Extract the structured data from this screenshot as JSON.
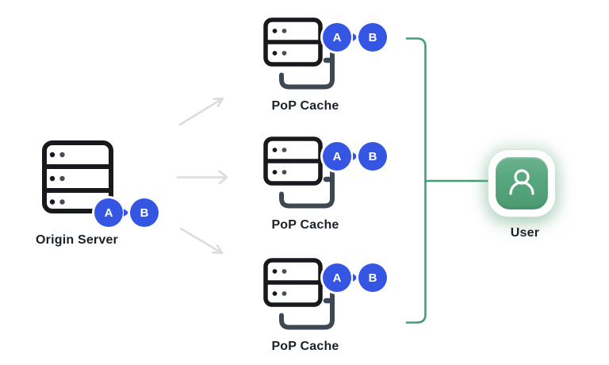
{
  "colors": {
    "ink": "#17191d",
    "ink-soft": "#474d55",
    "cable": "#3e4852",
    "badge-blue": "#3556e2",
    "badge-text": "#ffffff",
    "arrow-gray": "#dcdcdc",
    "green": "#419e75",
    "user-green": "#57a67d",
    "user-green-light": "#6ab28d",
    "user-green-dark": "#4c9a70",
    "label": "#1c2128"
  },
  "nodes": {
    "origin": {
      "label": "Origin Server",
      "badges": [
        "A",
        "B"
      ]
    },
    "pop_caches": [
      {
        "label": "PoP Cache",
        "badges": [
          "A",
          "B"
        ]
      },
      {
        "label": "PoP Cache",
        "badges": [
          "A",
          "B"
        ]
      },
      {
        "label": "PoP Cache",
        "badges": [
          "A",
          "B"
        ]
      }
    ],
    "user": {
      "label": "User"
    }
  }
}
